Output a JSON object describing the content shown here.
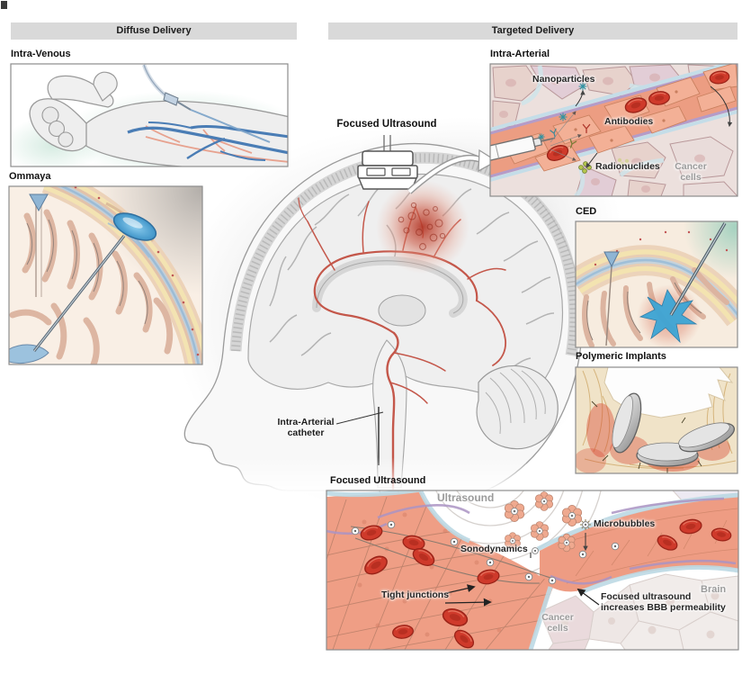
{
  "headers": {
    "diffuse": "Diffuse Delivery",
    "targeted": "Targeted Delivery"
  },
  "center_figure": {
    "focused_ultrasound_label": "Focused Ultrasound",
    "intra_arterial_catheter_line1": "Intra-Arterial",
    "intra_arterial_catheter_line2": "catheter"
  },
  "panels": {
    "intra_venous": {
      "title": "Intra-Venous"
    },
    "ommaya": {
      "title": "Ommaya"
    },
    "intra_arterial": {
      "title": "Intra-Arterial",
      "labels": {
        "nanoparticles": "Nanoparticles",
        "antibodies": "Antibodies",
        "radionuclides": "Radionuclides",
        "cancer_cells_line1": "Cancer",
        "cancer_cells_line2": "cells"
      }
    },
    "ced": {
      "title": "CED"
    },
    "polymeric_implants": {
      "title": "Polymeric Implants"
    },
    "focused_ultrasound": {
      "title": "Focused Ultrasound",
      "labels": {
        "ultrasound": "Ultrasound",
        "microbubbles": "Microbubbles",
        "sonodynamics": "Sonodynamics",
        "tight_junctions": "Tight junctions",
        "fus_effect_line1": "Focused ultrasound",
        "fus_effect_line2": "increases BBB permeability",
        "brain": "Brain",
        "cancer_cells_line1": "Cancer",
        "cancer_cells_line2": "cells"
      }
    }
  },
  "colors": {
    "header_bg": "#d9d9d9",
    "panel_border": "#8c8c8c",
    "vessel_salmon": "#ec9d82",
    "rbc_red": "#cf3a2b",
    "vein_blue": "#4a7db5",
    "drug_blue": "#3da6d6",
    "tumor_red": "#c0392b",
    "teal_glow": "#9ccfc2",
    "green_glow": "#a8d4c0",
    "gray_label": "#9b9b9b"
  }
}
